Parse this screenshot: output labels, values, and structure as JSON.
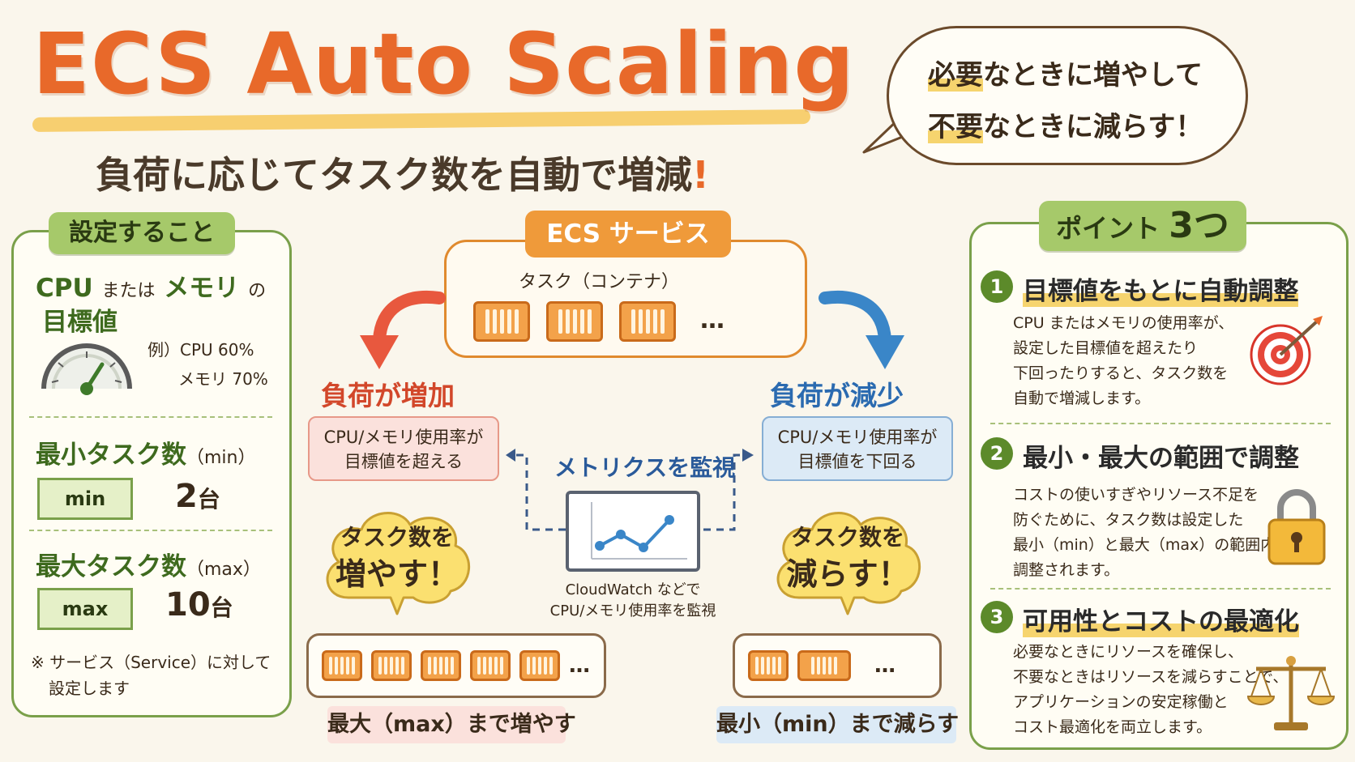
{
  "title": "ECS Auto Scaling",
  "subtitle": "負荷に応じてタスク数を自動で増減",
  "subtitle_mark": "!",
  "bubble": {
    "line1_hl": "必要",
    "line1_rest": "なときに増やして",
    "line2_hl": "不要",
    "line2_rest": "なときに減らす！"
  },
  "settings": {
    "tag": "設定すること",
    "target_head_1": "CPU",
    "target_head_2": "または",
    "target_head_3": "メモリ",
    "target_head_4": "の",
    "target_head_line2": "目標値",
    "example_line1": "例）CPU 60%",
    "example_line2": "メモリ 70%",
    "min_head": "最小タスク数",
    "min_unit": "（min）",
    "min_box": "min",
    "min_value": "2",
    "min_counter": "台",
    "max_head": "最大タスク数",
    "max_unit": "（max）",
    "max_box": "max",
    "max_value": "10",
    "max_counter": "台",
    "note_line1": "※ サービス（Service）に対して",
    "note_line2": "設定します"
  },
  "center": {
    "service_tag": "ECS サービス",
    "task_label": "タスク（コンテナ）",
    "dots": "…",
    "load_up": "負荷が増加",
    "load_down": "負荷が減少",
    "cond_up_1": "CPU/メモリ使用率が",
    "cond_up_2": "目標値を超える",
    "cond_down_1": "CPU/メモリ使用率が",
    "cond_down_2": "目標値を下回る",
    "metrics": "メトリクスを監視",
    "cw_line1": "CloudWatch などで",
    "cw_line2": "CPU/メモリ使用率を監視",
    "cloud_up_1": "タスク数を",
    "cloud_up_2": "増やす！",
    "cloud_down_1": "タスク数を",
    "cloud_down_2": "減らす！",
    "cap_up": "最大（max）まで増やす",
    "cap_down": "最小（min）まで減らす"
  },
  "points": {
    "tag_text": "ポイント",
    "tag_num": "3つ",
    "items": [
      {
        "num": "1",
        "head": "目標値をもとに自動調整",
        "lines": [
          "CPU またはメモリの使用率が、",
          "設定した目標値を超えたり",
          "下回ったりすると、タスク数を",
          "自動で増減します。"
        ],
        "icon": "target-icon"
      },
      {
        "num": "2",
        "head": "最小・最大の範囲で調整",
        "lines": [
          "コストの使いすぎやリソース不足を",
          "防ぐために、タスク数は設定した",
          "最小（min）と最大（max）の範囲内で",
          "調整されます。"
        ],
        "icon": "lock-icon"
      },
      {
        "num": "3",
        "head": "可用性とコストの最適化",
        "lines": [
          "必要なときにリソースを確保し、",
          "不要なときはリソースを減らすことで、",
          "アプリケーションの安定稼働と",
          "コスト最適化を両立します。"
        ],
        "icon": "scale-icon"
      }
    ]
  },
  "colors": {
    "title_orange": "#e8692a",
    "panel_green": "#7aa04a",
    "up_red": "#d2472a",
    "down_blue": "#2a6ab0",
    "task_orange": "#f3a24a"
  }
}
